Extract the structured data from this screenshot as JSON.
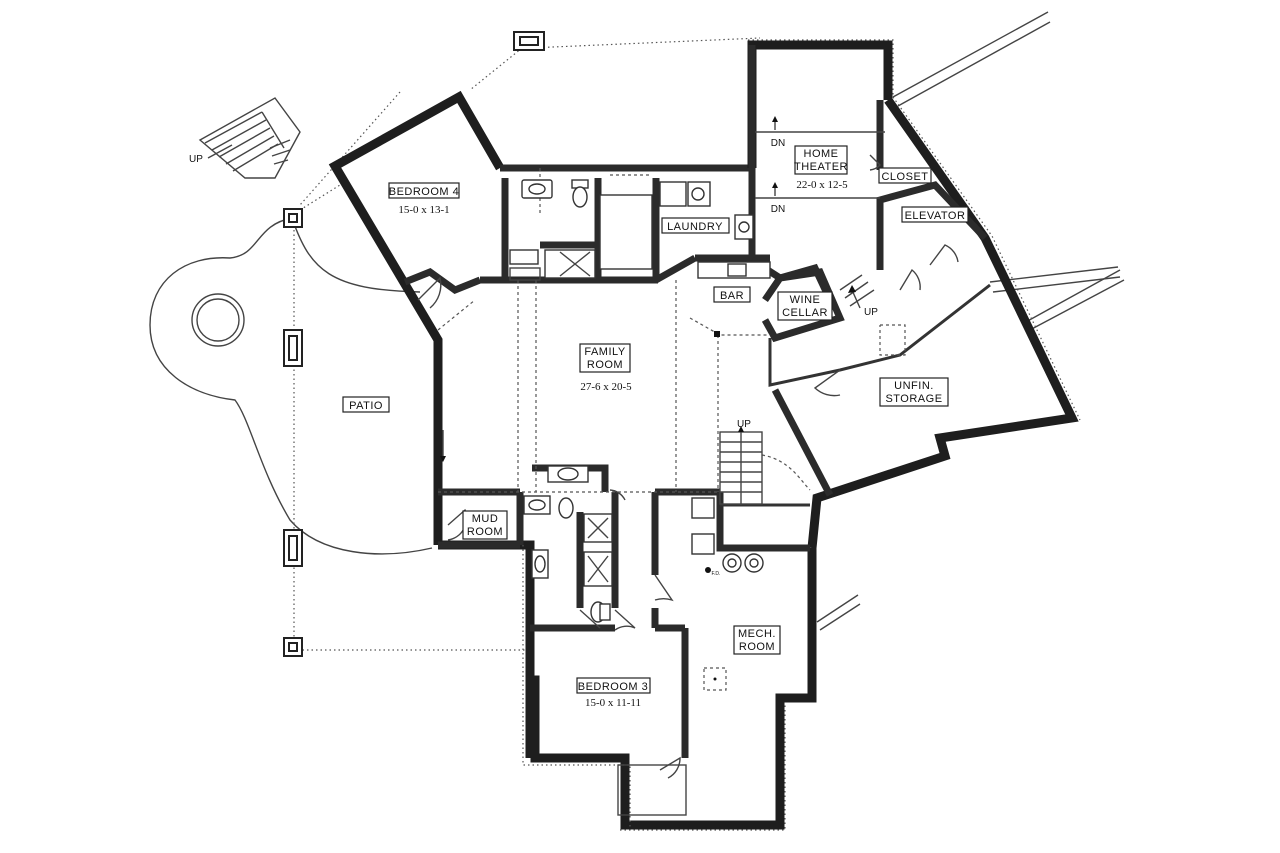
{
  "rooms": {
    "bedroom4": {
      "name": "BEDROOM 4",
      "dims": "15-0 x 13-1"
    },
    "laundry": {
      "name": "LAUNDRY"
    },
    "home_theater": {
      "name1": "HOME",
      "name2": "THEATER",
      "dims": "22-0 x 12-5"
    },
    "closet": {
      "name": "CLOSET"
    },
    "elevator": {
      "name": "ELEVATOR"
    },
    "bar": {
      "name": "BAR"
    },
    "wine_cellar": {
      "name1": "WINE",
      "name2": "CELLAR"
    },
    "family_room": {
      "name1": "FAMILY",
      "name2": "ROOM",
      "dims": "27-6 x 20-5"
    },
    "patio": {
      "name": "PATIO"
    },
    "unfin_storage": {
      "name1": "UNFIN.",
      "name2": "STORAGE"
    },
    "mud_room": {
      "name1": "MUD",
      "name2": "ROOM"
    },
    "mech_room": {
      "name1": "MECH.",
      "name2": "ROOM"
    },
    "bedroom3": {
      "name": "BEDROOM 3",
      "dims": "15-0 x 11-11"
    }
  },
  "stairs": {
    "theater_dn_top": "DN",
    "theater_dn_bottom": "DN",
    "wine_up": "UP",
    "main_up": "UP",
    "exterior_up": "UP"
  },
  "equipment": {
    "fd_label": "F.D."
  }
}
